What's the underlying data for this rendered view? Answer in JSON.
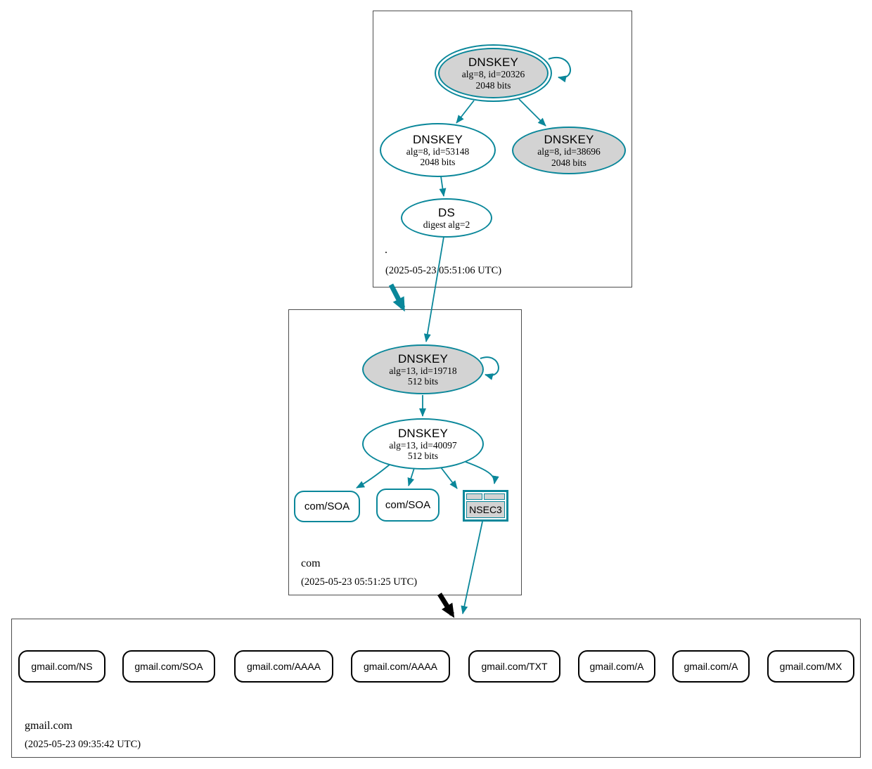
{
  "colors": {
    "secure_teal": "#0a879a",
    "insecure_black": "#000000",
    "key_fill_gray": "#d3d3d3",
    "zone_border_gray": "#4d4d4d"
  },
  "zones": {
    "root": {
      "label": ".",
      "timestamp": "(2025-05-23 05:51:06 UTC)",
      "nodes": {
        "ksk": {
          "title": "DNSKEY",
          "alg_id": "alg=8, id=20326",
          "bits": "2048 bits"
        },
        "zsk": {
          "title": "DNSKEY",
          "alg_id": "alg=8, id=53148",
          "bits": "2048 bits"
        },
        "key2": {
          "title": "DNSKEY",
          "alg_id": "alg=8, id=38696",
          "bits": "2048 bits"
        },
        "ds": {
          "title": "DS",
          "digest": "digest alg=2"
        }
      }
    },
    "com": {
      "label": "com",
      "timestamp": "(2025-05-23 05:51:25 UTC)",
      "nodes": {
        "ksk": {
          "title": "DNSKEY",
          "alg_id": "alg=13, id=19718",
          "bits": "512 bits"
        },
        "zsk": {
          "title": "DNSKEY",
          "alg_id": "alg=13, id=40097",
          "bits": "512 bits"
        },
        "soa1": {
          "label": "com/SOA"
        },
        "soa2": {
          "label": "com/SOA"
        },
        "nsec3": {
          "label": "NSEC3"
        }
      }
    },
    "gmail": {
      "label": "gmail.com",
      "timestamp": "(2025-05-23 09:35:42 UTC)",
      "rrsets": [
        {
          "label": "gmail.com/NS"
        },
        {
          "label": "gmail.com/SOA"
        },
        {
          "label": "gmail.com/AAAA"
        },
        {
          "label": "gmail.com/AAAA"
        },
        {
          "label": "gmail.com/TXT"
        },
        {
          "label": "gmail.com/A"
        },
        {
          "label": "gmail.com/A"
        },
        {
          "label": "gmail.com/MX"
        }
      ]
    }
  }
}
